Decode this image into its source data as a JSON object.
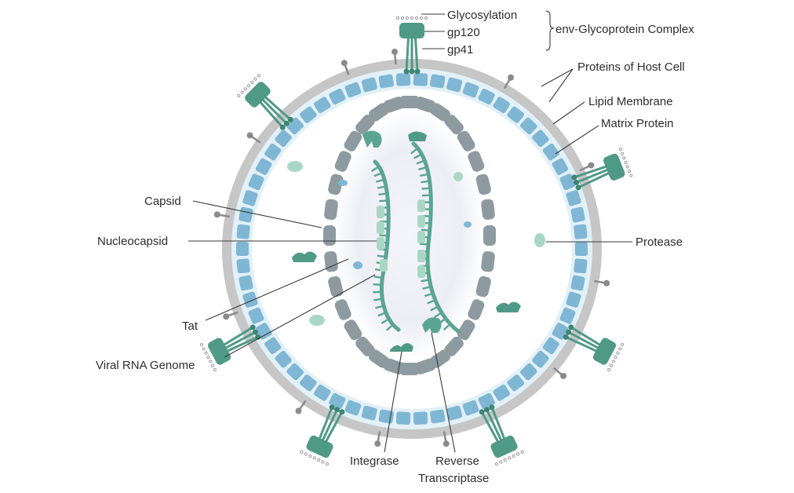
{
  "colors": {
    "outer_membrane": "#c4c4c4",
    "matrix_protein": "#7fb6d4",
    "matrix_layer_bg": "#e3f1f8",
    "capsid": "#8d9ba1",
    "teal_protein": "#4f9a86",
    "light_teal": "#a9d7c4",
    "inner_glow": "#eef0f6",
    "label_text": "#2d2d2d"
  },
  "labels": {
    "glycosylation": "Glycosylation",
    "gp120": "gp120",
    "gp41": "gp41",
    "env_complex": "env-Glycoprotein Complex",
    "host_proteins": "Proteins of Host Cell",
    "lipid_membrane": "Lipid Membrane",
    "matrix_protein": "Matrix Protein",
    "capsid": "Capsid",
    "nucleocapsid": "Nucleocapsid",
    "protease": "Protease",
    "tat": "Tat",
    "viral_rna": "Viral RNA Genome",
    "integrase": "Integrase",
    "reverse": "Reverse",
    "transcriptase": "Transcriptase"
  }
}
